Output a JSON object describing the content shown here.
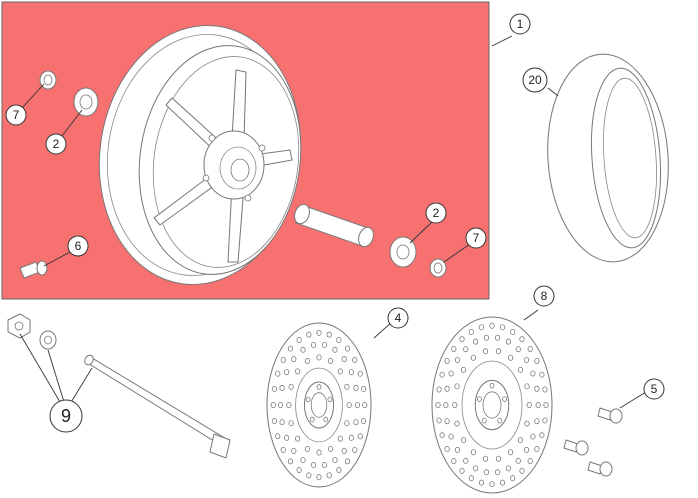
{
  "highlight_color": "#f87171",
  "callouts": {
    "c1": "1",
    "c20": "20",
    "c7a": "7",
    "c2a": "2",
    "c2b": "2",
    "c6": "6",
    "c7b": "7",
    "c8": "8",
    "c4": "4",
    "c9": "9",
    "c5": "5"
  },
  "parts": {
    "wheel_assembly": "wheel-assembly",
    "tire": "tire",
    "bearing": "bearing",
    "spacer": "spacer",
    "seal": "seal",
    "valve": "valve",
    "axle": "axle",
    "brake_disc_small": "brake-disc-small",
    "brake_disc_large": "brake-disc-large",
    "bolt": "bolt",
    "nut": "nut",
    "washer": "washer"
  }
}
